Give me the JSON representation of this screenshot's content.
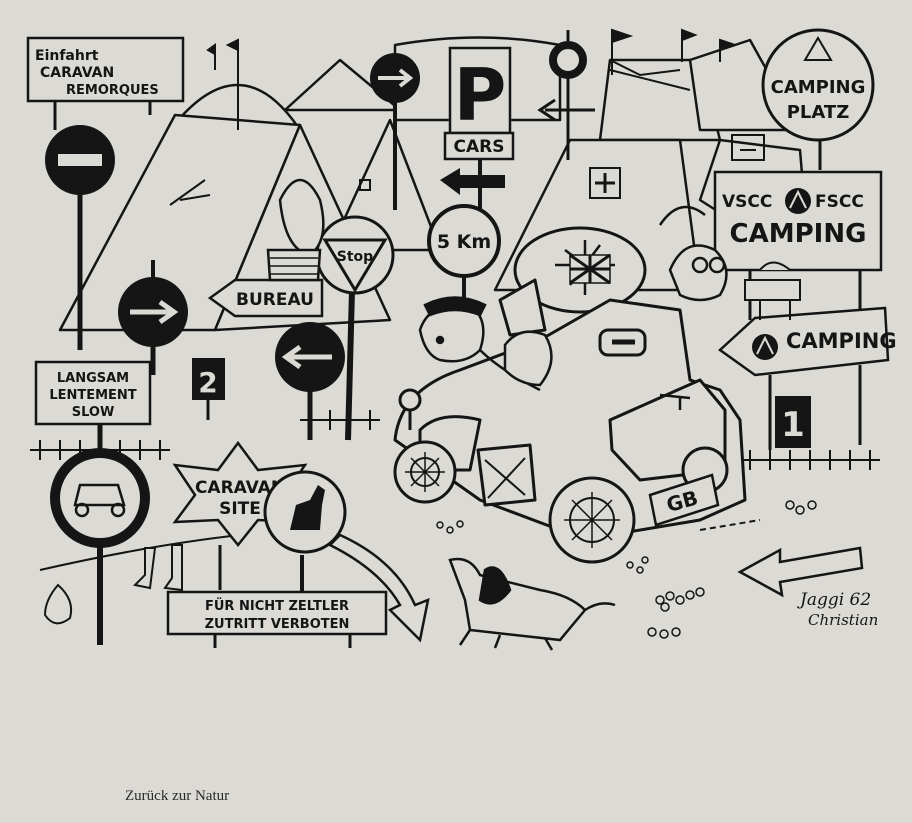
{
  "signs": {
    "einfahrt": "Einfahrt",
    "caravan": "CARAVAN",
    "remorques": "REMORQUES",
    "parking": "P",
    "cars": "CARS",
    "camping_platz_1": "CAMPING",
    "camping_platz_2": "PLATZ",
    "vscc": "VSCC",
    "fscc": "FSCC",
    "camping_club": "CAMPING",
    "stop": "Stop",
    "distance": "5 Km",
    "bureau": "BUREAU",
    "camping_arrow": "CAMPING",
    "langsam": "LANGSAM",
    "lentement": "LENTEMENT",
    "slow": "SLOW",
    "number_two": "2",
    "number_one": "1",
    "caravan_site_1": "CARAVAN",
    "caravan_site_2": "SITE",
    "verboten_1": "FÜR NICHT ZELTLER",
    "verboten_2": "ZUTRITT VERBOTEN",
    "plate": "GB"
  },
  "signature": {
    "line1": "Jaggi 62",
    "line2": "Christian"
  },
  "caption": "Zurück zur Natur",
  "colors": {
    "paper": "#dcdad5",
    "ink": "#151515"
  }
}
